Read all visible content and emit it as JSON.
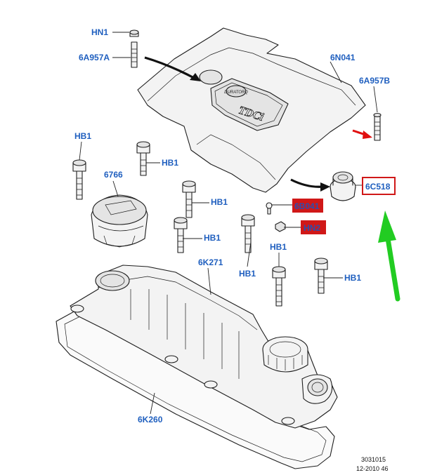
{
  "colors": {
    "label_text": "#1f5fbf",
    "highlight_fill": "#d01818",
    "highlight_text": "#2a4fb0",
    "boxed_border": "#d01818",
    "green_arrow": "#22cc22",
    "red_arrow": "#e01010",
    "black_arrow": "#111111"
  },
  "cover_text": {
    "brand": "DURATORQ",
    "model": "TDCi"
  },
  "labels": {
    "hn1": "HN1",
    "a957a": "6A957A",
    "n041": "6N041",
    "a957b": "6A957B",
    "hb1_top_left": "HB1",
    "k6766": "6766",
    "hb1_a": "HB1",
    "hb1_b": "HB1",
    "hb1_c": "HB1",
    "c518": "6C518",
    "b041": "6B041",
    "hn2": "HN2",
    "k271": "6K271",
    "hb1_d": "HB1",
    "hb1_e": "HB1",
    "hb1_f": "HB1",
    "k260": "6K260"
  },
  "footer": {
    "code": "3031015",
    "date": "12-2010 46"
  }
}
